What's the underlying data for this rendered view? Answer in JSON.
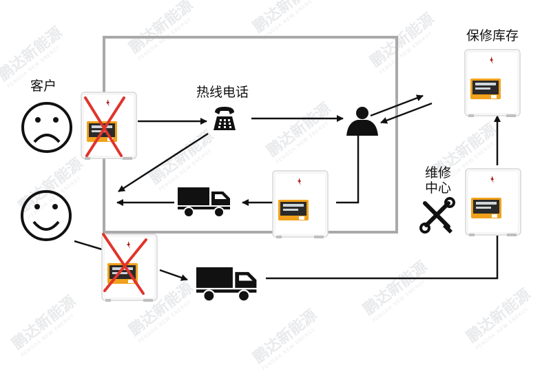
{
  "labels": {
    "customer": "客户",
    "hotline": "热线电话",
    "spare_stock": "保修库存",
    "repair_center_line1": "维修",
    "repair_center_line2": "中心"
  },
  "watermark": {
    "text": "鹏达新能源",
    "subtext": "PENGDA NEW ENERGY"
  },
  "colors": {
    "cross": "#e0342b",
    "screen": "#f1a11b",
    "arrow": "#111111",
    "frame": "#a9a9a9"
  },
  "icons": [
    "sad-face-icon",
    "happy-face-icon",
    "telephone-icon",
    "person-icon",
    "truck-icon",
    "repair-tools-icon",
    "inverter-icon",
    "cross-icon"
  ]
}
